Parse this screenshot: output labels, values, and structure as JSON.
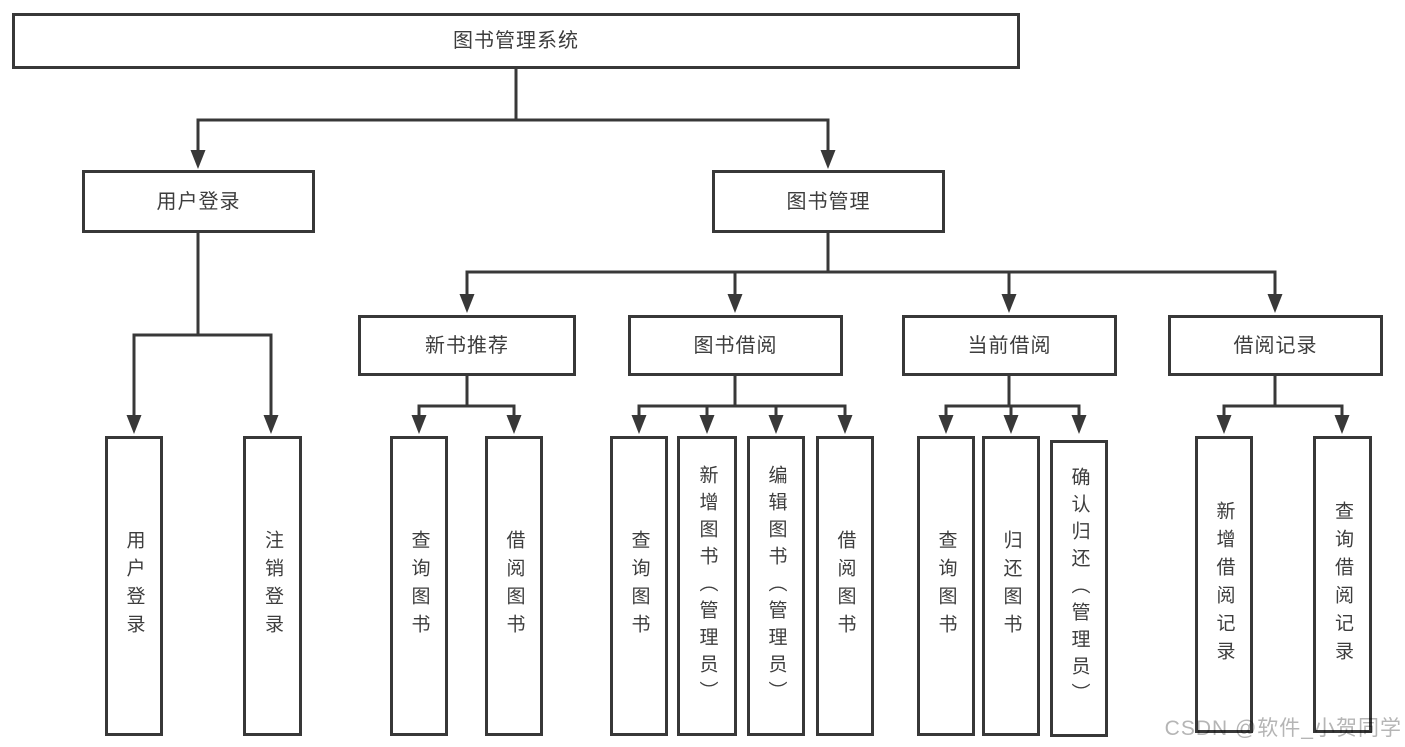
{
  "diagram": {
    "root": {
      "label": "图书管理系统"
    },
    "branches": [
      {
        "label": "用户登录",
        "children": [
          {
            "label": "用户登录"
          },
          {
            "label": "注销登录"
          }
        ]
      },
      {
        "label": "图书管理",
        "children": [
          {
            "label": "新书推荐",
            "children": [
              {
                "label": "查询图书"
              },
              {
                "label": "借阅图书"
              }
            ]
          },
          {
            "label": "图书借阅",
            "children": [
              {
                "label": "查询图书"
              },
              {
                "label": "新增图书（管理员）"
              },
              {
                "label": "编辑图书（管理员）"
              },
              {
                "label": "借阅图书"
              }
            ]
          },
          {
            "label": "当前借阅",
            "children": [
              {
                "label": "查询图书"
              },
              {
                "label": "归还图书"
              },
              {
                "label": "确认归还（管理员）"
              }
            ]
          },
          {
            "label": "借阅记录",
            "children": [
              {
                "label": "新增借阅记录"
              },
              {
                "label": "查询借阅记录"
              }
            ]
          }
        ]
      }
    ]
  },
  "watermark": "CSDN @软件_小贺同学",
  "colors": {
    "line": "#383838",
    "box_border": "#383838",
    "text": "#3d3d3d",
    "watermark": "#b5b5b5",
    "background": "#ffffff"
  }
}
